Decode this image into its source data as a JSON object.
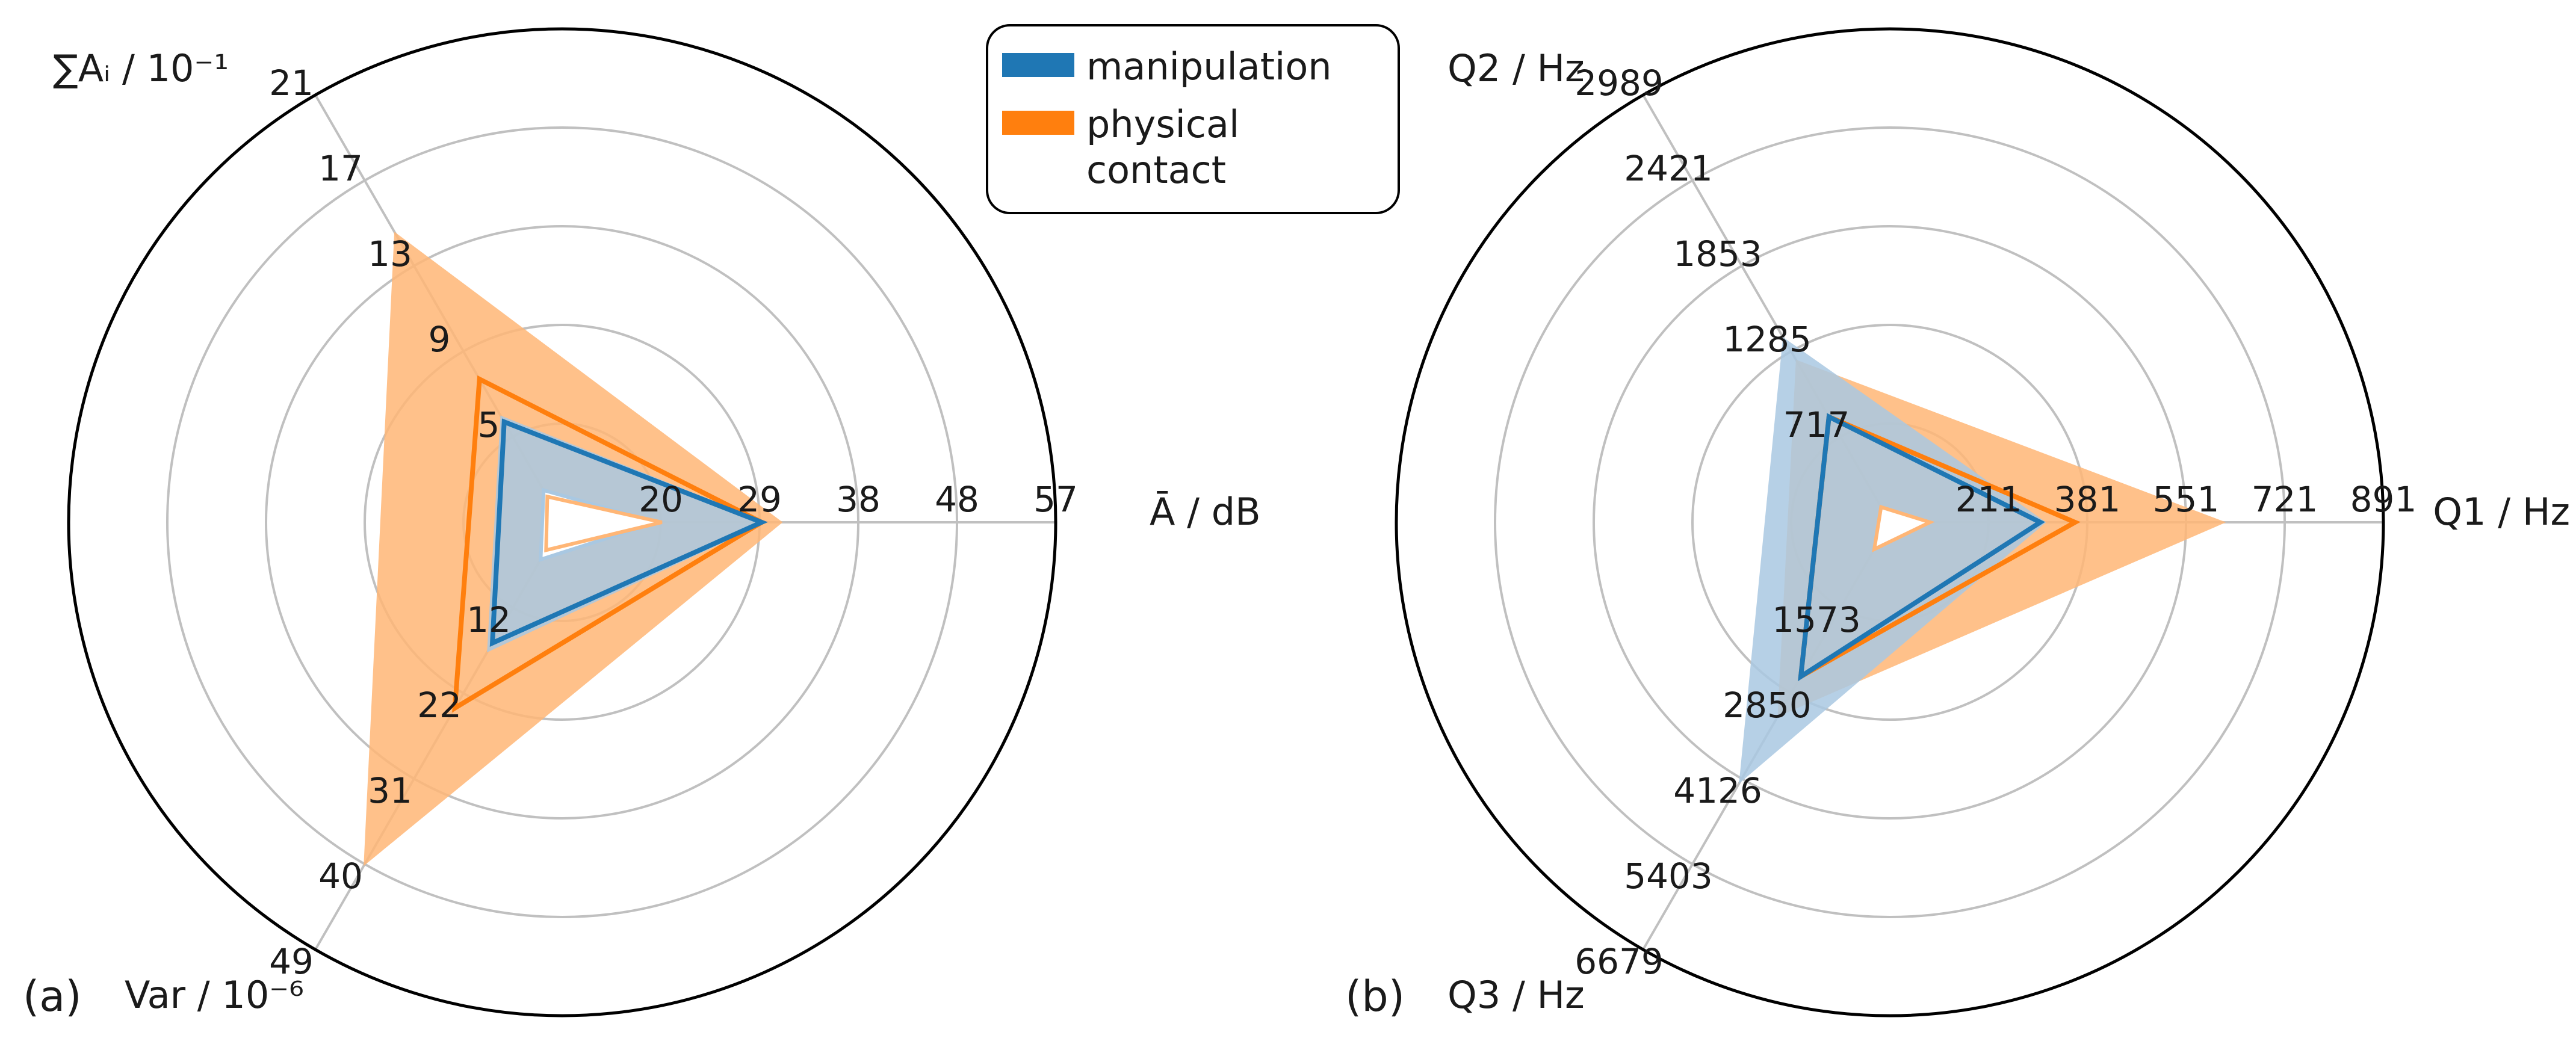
{
  "panel_labels": [
    "(a)",
    "(b)"
  ],
  "legend": [
    {
      "lines": [
        "manipulation"
      ],
      "color": "#1f77b4"
    },
    {
      "lines": [
        "physical",
        "contact"
      ],
      "color": "#ff7f0e"
    }
  ],
  "colors": {
    "manipulation": "#1f77b4",
    "manipulation_band": "#a9c8e2",
    "physical_contact": "#ff7f0e",
    "physical_contact_band": "#ffb676",
    "grid": "#c0c0c0",
    "spine": "#000000"
  },
  "chart_data": [
    {
      "type": "radar",
      "panel": "(a)",
      "axes": [
        {
          "label": "Ā / dB",
          "ticks": [
            "20",
            "29",
            "38",
            "48",
            "57"
          ],
          "range": [
            10,
            57
          ]
        },
        {
          "label": "∑Aᵢ / 10⁻¹",
          "ticks": [
            "5",
            "9",
            "13",
            "17",
            "21"
          ],
          "range": [
            1,
            21
          ]
        },
        {
          "label": "Var / 10⁻⁶",
          "ticks": [
            "12",
            "22",
            "31",
            "40",
            "49"
          ],
          "range": [
            3,
            49
          ]
        }
      ],
      "series": [
        {
          "name": "manipulation",
          "mean": [
            29,
            5.7,
            16
          ],
          "lower": [
            19,
            2.5,
            7
          ],
          "upper": [
            29.5,
            6,
            17
          ]
        },
        {
          "name": "physical contact",
          "mean": [
            29,
            7.7,
            23
          ],
          "lower": [
            19.5,
            2.2,
            6
          ],
          "upper": [
            31,
            14.6,
            40
          ]
        }
      ]
    },
    {
      "type": "radar",
      "panel": "(b)",
      "axes": [
        {
          "label": "Q1 / Hz",
          "ticks": [
            "211",
            "381",
            "551",
            "721",
            "891"
          ],
          "range": [
            41,
            891
          ]
        },
        {
          "label": "Q2 / Hz",
          "ticks": [
            "717",
            "1285",
            "1853",
            "2421",
            "2989"
          ],
          "range": [
            149,
            2989
          ]
        },
        {
          "label": "Q3 / Hz",
          "ticks": [
            "1573",
            "2850",
            "4126",
            "5403",
            "6679"
          ],
          "range": [
            297,
            6679
          ]
        }
      ],
      "series": [
        {
          "name": "manipulation",
          "mean": [
            300,
            850,
            2600
          ],
          "lower": [
            100,
            250,
            700
          ],
          "upper": [
            310,
            1380,
            4200
          ]
        },
        {
          "name": "physical contact",
          "mean": [
            360,
            850,
            2600
          ],
          "lower": [
            110,
            250,
            700
          ],
          "upper": [
            620,
            1230,
            3200
          ]
        }
      ]
    }
  ]
}
